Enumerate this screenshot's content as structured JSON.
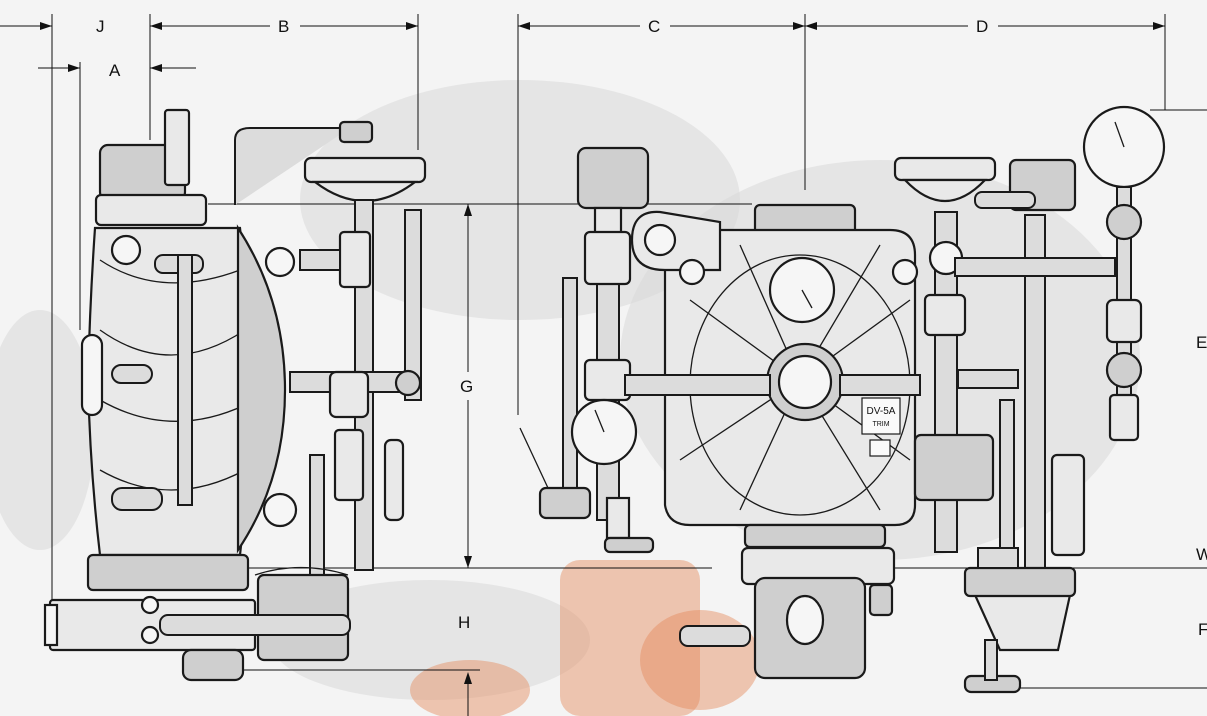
{
  "dimensions": {
    "J": "J",
    "A": "A",
    "B": "B",
    "C": "C",
    "D": "D",
    "G": "G",
    "H": "H",
    "E": "E",
    "F": "F",
    "W": "W"
  },
  "trim_label": {
    "model": "DV-5A",
    "sub": "TRIM"
  },
  "colors": {
    "outline": "#1a1a1a",
    "body": "#e9e9e9",
    "background_ghost": "#d9d9d9",
    "background_orange": "#e58a5a"
  }
}
